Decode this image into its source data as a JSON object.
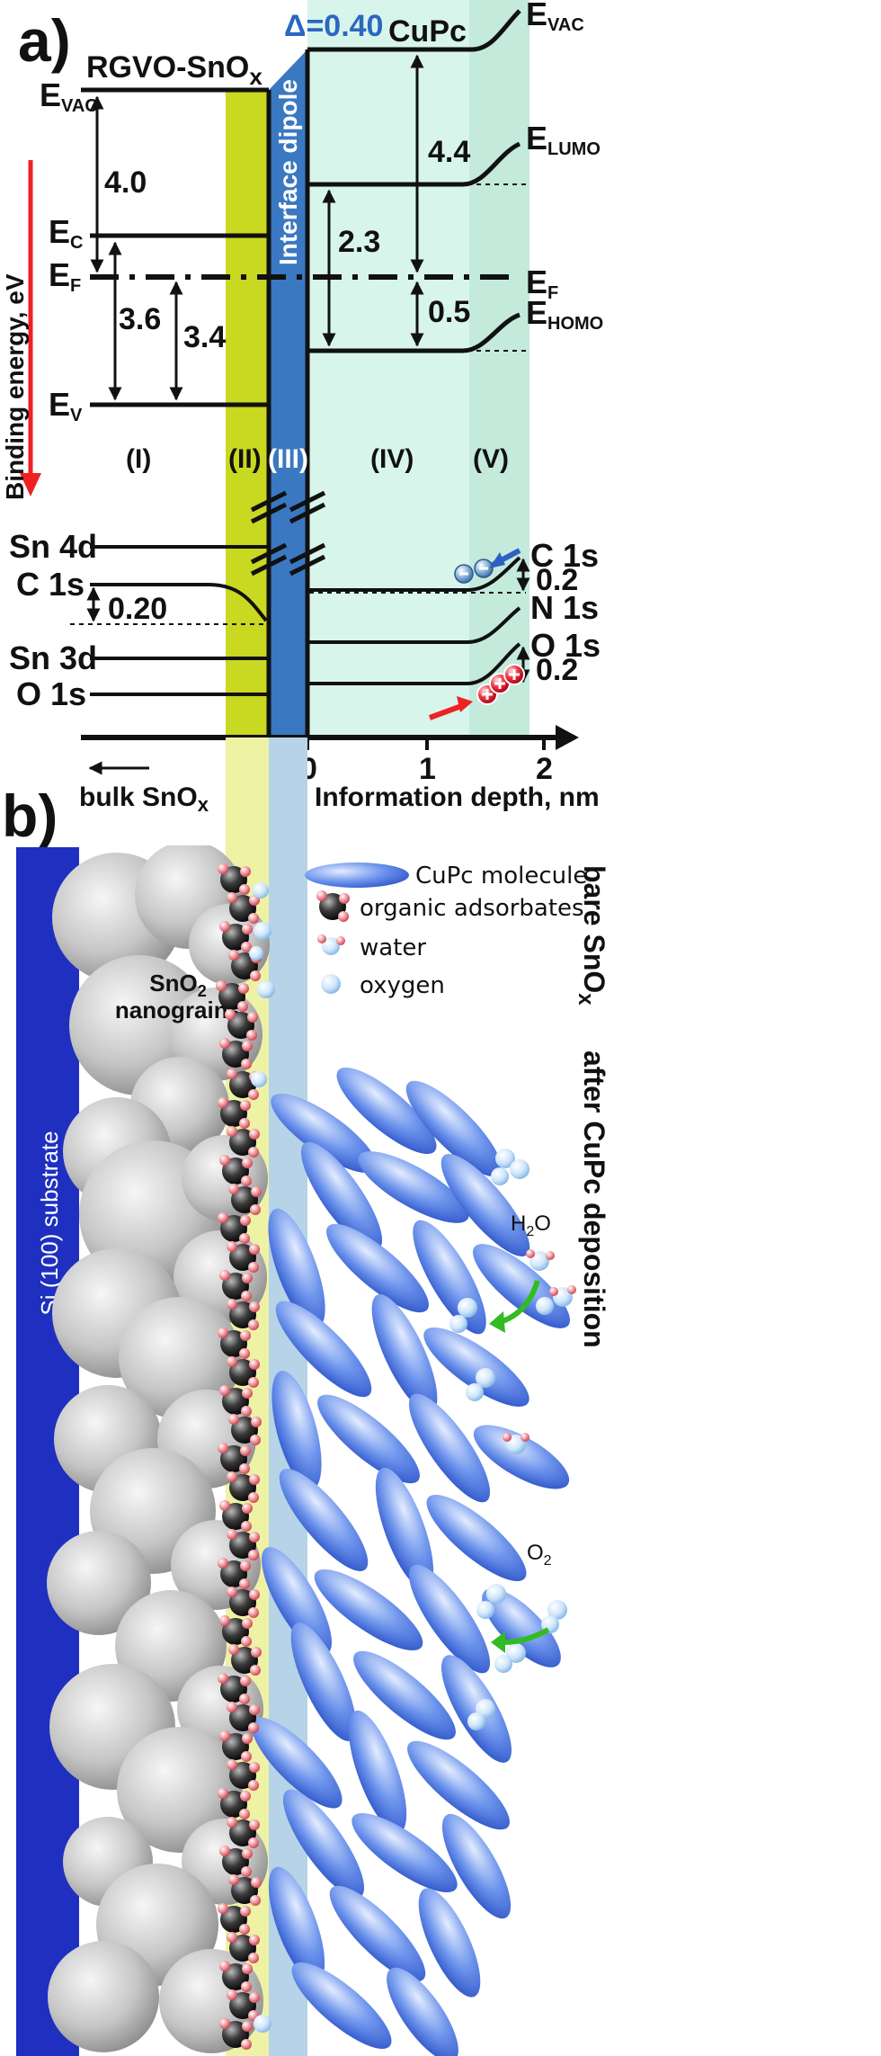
{
  "panel_a": {
    "panel_label": "a)",
    "delta_label": "Δ=0.40",
    "left_title": "RGVO-SnO",
    "left_title_sub": "x",
    "right_title": "CuPc",
    "dipole_label": "Interface dipole",
    "y_axis_label": "Binding energy, eV",
    "regions": [
      "(I)",
      "(II)",
      "(III)",
      "(IV)",
      "(V)"
    ],
    "levels_left": {
      "evac": {
        "main": "E",
        "sub": "VAC"
      },
      "ec": {
        "main": "E",
        "sub": "C"
      },
      "ef": {
        "main": "E",
        "sub": "F"
      },
      "ev": {
        "main": "E",
        "sub": "V"
      }
    },
    "levels_right": {
      "evac": {
        "main": "E",
        "sub": "VAC"
      },
      "elumo": {
        "main": "E",
        "sub": "LUMO"
      },
      "ef": {
        "main": "E",
        "sub": "F"
      },
      "ehomo": {
        "main": "E",
        "sub": "HOMO"
      }
    },
    "gaps": {
      "left_work": "4.0",
      "left_gap": "3.6",
      "left_ef_v": "3.4",
      "right_ip": "4.4",
      "right_gap": "2.3",
      "right_ef_homo": "0.5"
    },
    "core_levels_left": [
      "Sn 4d",
      "C 1s",
      "Sn 3d",
      "O 1s"
    ],
    "left_c1s_shift": "0.20",
    "core_levels_right": [
      "C 1s",
      "N 1s",
      "O 1s"
    ],
    "right_shift_c1s": "0.2",
    "right_shift_o1s": "0.2",
    "x_axis_label": "Information depth, nm",
    "x_ticks": [
      "0",
      "1",
      "2"
    ],
    "bulk_label": "bulk SnO",
    "bulk_label_sub": "x"
  },
  "panel_b": {
    "panel_label": "b)",
    "substrate_label": "Si (100) substrate",
    "grains_label_line1": "SnO",
    "grains_label_sub": "2",
    "grains_label_line2": "nanograins",
    "legend": {
      "cupc": "CuPc molecule",
      "organic": "organic adsorbates",
      "water": "water",
      "oxygen": "oxygen"
    },
    "bare_label": "bare SnO",
    "bare_label_sub": "x",
    "after_label": "after CuPc deposition",
    "h2o_label": "H",
    "h2o_sub": "2",
    "h2o_tail": "O",
    "o2_label": "O",
    "o2_sub": "2"
  },
  "colors": {
    "region_ii": "#c9d820",
    "region_iii": "#3a78c2",
    "region_iv": "#d8f5ec",
    "region_v": "#c4eadc",
    "arrow_red": "#ee2222",
    "substrate": "#1f2fc0",
    "cupc_blue": "#4a78e0",
    "green_arrow": "#33bb22"
  }
}
